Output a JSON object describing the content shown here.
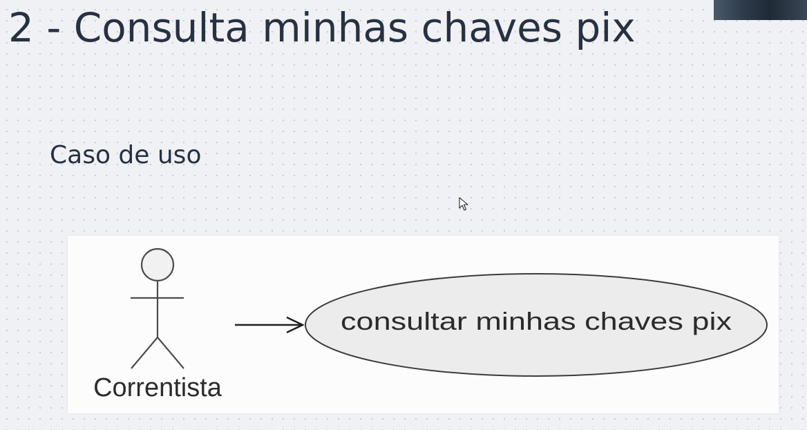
{
  "slide": {
    "title": "2 - Consulta minhas chaves pix",
    "subtitle": "Caso de uso"
  },
  "diagram": {
    "type": "uml-use-case",
    "actor": {
      "label": "Correntista",
      "icon": "stick-figure-actor-icon"
    },
    "association": {
      "from": "Correntista",
      "to": "consultar minhas chaves pix",
      "arrow": "open-arrowhead"
    },
    "use_case": {
      "label": "consultar minhas chaves pix",
      "shape": "ellipse",
      "fill": "#ececec",
      "stroke": "#3a3a3a"
    }
  },
  "colors": {
    "background": "#eff1f4",
    "grid_dots": "#c6cbd2",
    "title_text": "#283142",
    "panel_background": "#fcfcfc"
  },
  "icons": {
    "cursor": "mouse-pointer-icon",
    "webcam": "webcam-overlay"
  }
}
